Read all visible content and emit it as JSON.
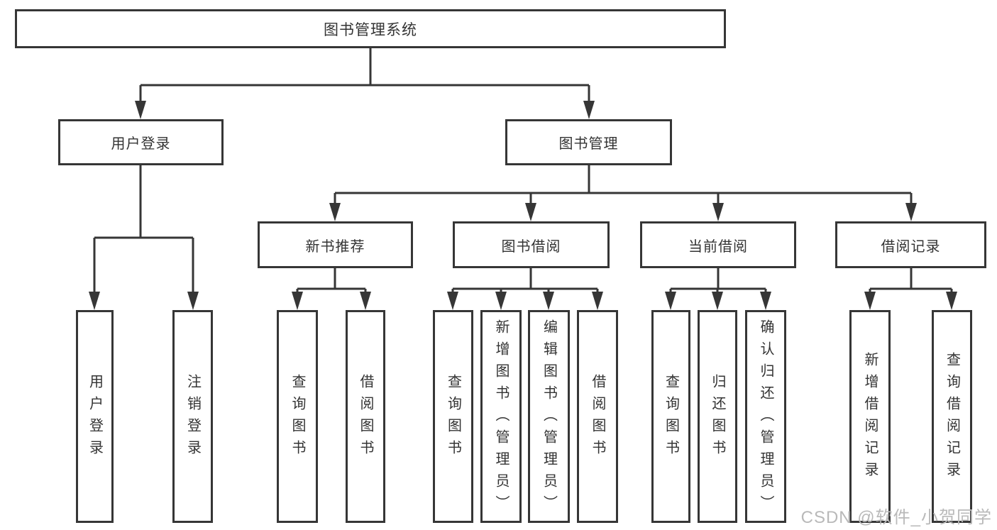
{
  "tree": {
    "label": "图书管理系统",
    "children": [
      {
        "label": "用户登录",
        "children": [
          {
            "label": "用户登录"
          },
          {
            "label": "注销登录"
          }
        ]
      },
      {
        "label": "图书管理",
        "children": [
          {
            "label": "新书推荐",
            "children": [
              {
                "label": "查询图书"
              },
              {
                "label": "借阅图书"
              }
            ]
          },
          {
            "label": "图书借阅",
            "children": [
              {
                "label": "查询图书"
              },
              {
                "label": "新增图书（管理员）"
              },
              {
                "label": "编辑图书（管理员）"
              },
              {
                "label": "借阅图书"
              }
            ]
          },
          {
            "label": "当前借阅",
            "children": [
              {
                "label": "查询图书"
              },
              {
                "label": "归还图书"
              },
              {
                "label": "确认归还（管理员）"
              }
            ]
          },
          {
            "label": "借阅记录",
            "children": [
              {
                "label": "新增借阅记录"
              },
              {
                "label": "查询借阅记录"
              }
            ]
          }
        ]
      }
    ]
  },
  "watermark": "CSDN @软件_小贺同学",
  "colors": {
    "line": "#363636",
    "text": "#333333",
    "watermark": "#b9b9b9",
    "background": "#ffffff"
  }
}
